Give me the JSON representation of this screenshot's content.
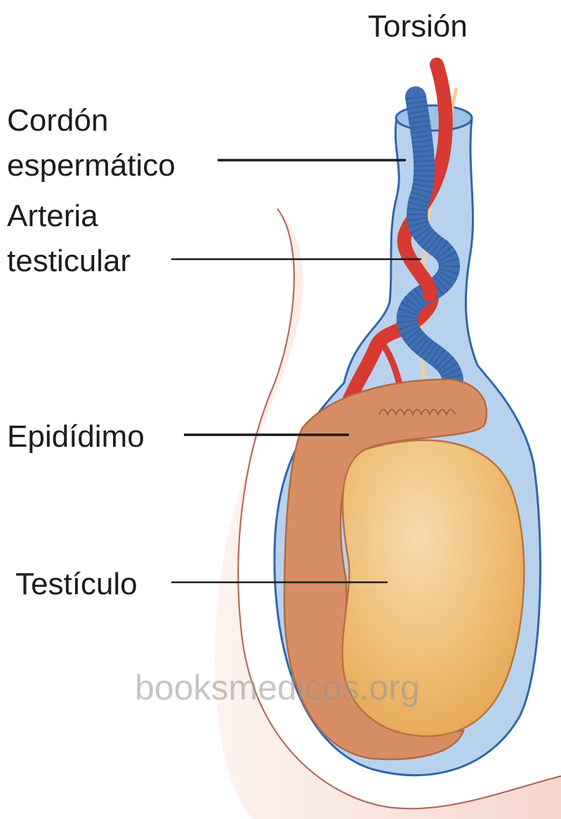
{
  "title": "Torsión",
  "labels": {
    "spermatic_cord_line1": "Cordón",
    "spermatic_cord_line2": "espermático",
    "testicular_artery_line1": "Arteria",
    "testicular_artery_line2": "testicular",
    "epididymis": "Epidídimo",
    "testis": "Testículo"
  },
  "watermark": "booksmedicos.org",
  "colors": {
    "scrotum_skin": "#f9e3dc",
    "scrotum_outline": "#b06c5e",
    "tunica": "#b8d2ee",
    "tunica_outline": "#2f67a9",
    "vein": "#3f6fb2",
    "artery": "#d63a33",
    "epididymis": "#d88e64",
    "testis": "#ecb466",
    "leader_line": "#1c1c1c"
  }
}
